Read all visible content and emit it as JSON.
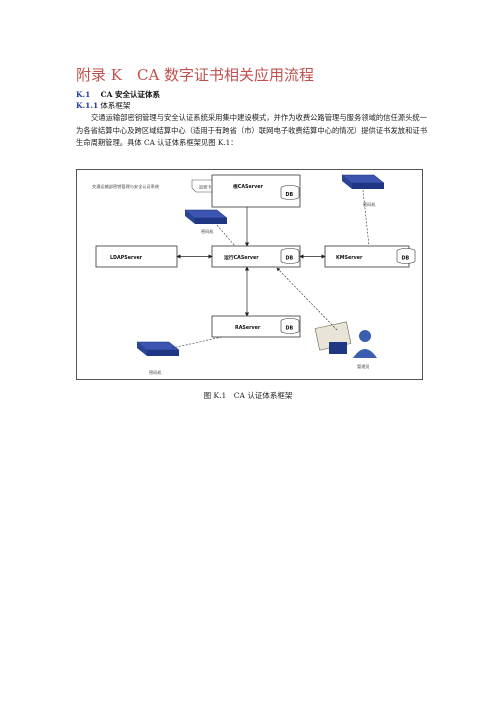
{
  "doc": {
    "title": "附录 K　CA 数字证书相关应用流程",
    "section": {
      "number": "K.1",
      "title": "CA 安全认证体系"
    },
    "subsection": {
      "number": "K.1.1",
      "title": "体系框架"
    },
    "paragraph": "交通运输部密钥管理与安全认证系统采用集中建设模式，并作为收费公路管理与服务领域的信任源头统一为各省结算中心及跨区域结算中心（适用于有跨省（市）联网电子收费结算中心的情况）提供证书发放和证书生命周期管理。具体 CA 认证体系框架见图 K.1：",
    "caption": "图 K.1　CA 认证体系框架"
  },
  "diagram": {
    "system_label": "交通运输部密钥管理与安全认证系统",
    "note_label": "加密卡",
    "root_ca": "根CAServer",
    "ldap": "LDAPServer",
    "op_ca": "运行CAServer",
    "km": "KMServer",
    "ra": "RAServer",
    "db": "DB",
    "hsm_top": "密码机",
    "hsm_right": "密码机",
    "hsm_bottom": "密码机",
    "admin": "管理员"
  }
}
